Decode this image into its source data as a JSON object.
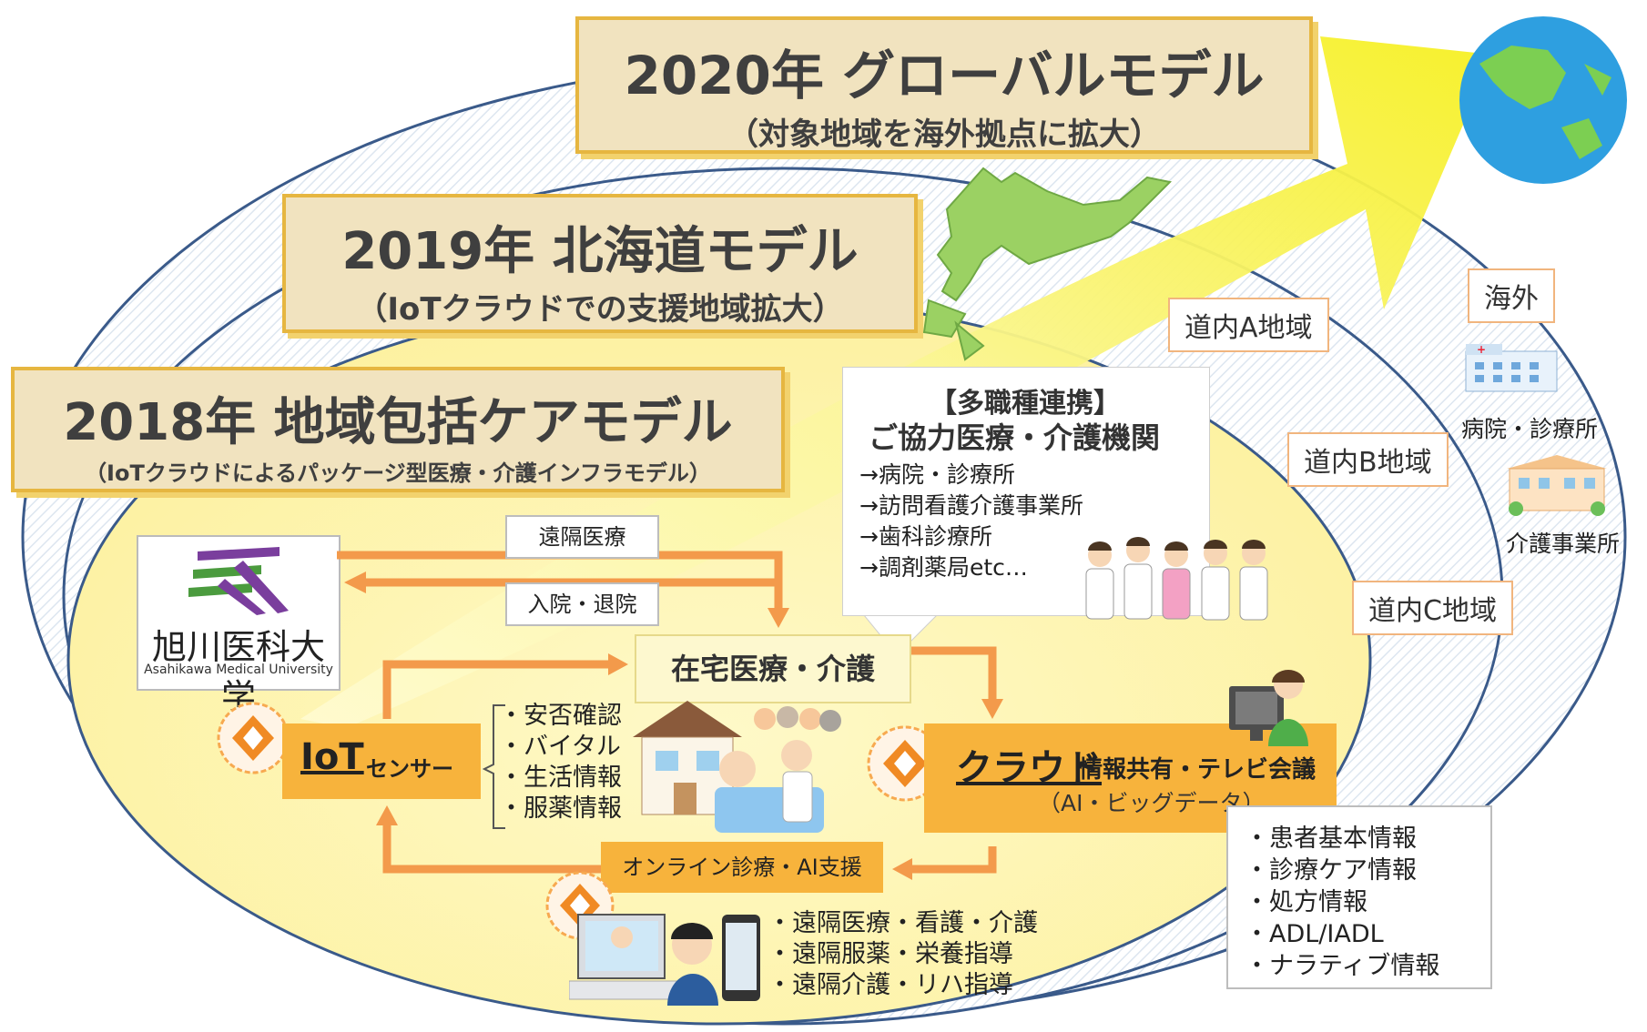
{
  "banners": {
    "y2020": {
      "title": "2020年 グローバルモデル",
      "subtitle": "（対象地域を海外拠点に拡大）"
    },
    "y2019": {
      "title": "2019年 北海道モデル",
      "subtitle": "（IoTクラウドでの支援地域拡大）"
    },
    "y2018": {
      "title": "2018年 地域包括ケアモデル",
      "subtitle": "（IoTクラウドによるパッケージ型医療・介護インフラモデル）"
    }
  },
  "regions": {
    "overseas": "海外",
    "a": "道内A地域",
    "b": "道内B地域",
    "c": "道内C地域"
  },
  "overseas_facilities": {
    "hospital": "病院・診療所",
    "care": "介護事業所"
  },
  "partners": {
    "heading": "【多職種連携】",
    "title": "ご協力医療・介護機関",
    "items": [
      "→病院・診療所",
      "→訪問看護介護事業所",
      "→歯科診療所",
      "→調剤薬局etc…"
    ]
  },
  "university": {
    "name": "旭川医科大学",
    "name_en": "Asahikawa Medical University"
  },
  "flows": {
    "remote": "遠隔医療",
    "admission": "入院・退院",
    "home_care": "在宅医療・介護",
    "online": "オンライン診療・AI支援"
  },
  "iot": {
    "bold": "IoT",
    "rest": "センサー"
  },
  "iot_list": [
    "・安否確認",
    "・バイタル",
    "・生活情報",
    "・服薬情報"
  ],
  "cloud": {
    "bold": "クラウド",
    "rest": "情報共有・テレビ会議",
    "sub": "（AI・ビッグデータ）"
  },
  "cloud_list": [
    "・患者基本情報",
    "・診療ケア情報",
    "・処方情報",
    "・ADL/IADL",
    "・ナラティブ情報"
  ],
  "remote_list": [
    "・遠隔医療・看護・介護",
    "・遠隔服薬・栄養指導",
    "・遠隔介護・リハ指導"
  ],
  "colors": {
    "accent_orange": "#f7b33c",
    "arrow_orange": "#f39a4b",
    "banner_border": "#e6b640",
    "ellipse_fill": "#fdf6b8",
    "ellipse_stroke": "#3a5a8a"
  }
}
